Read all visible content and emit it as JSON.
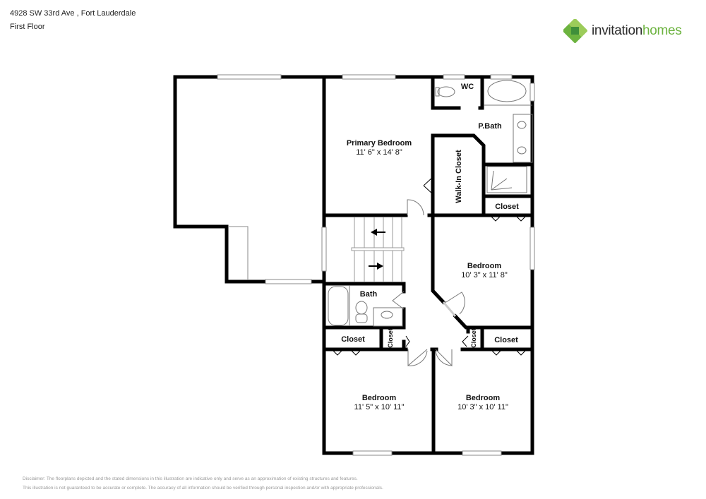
{
  "header": {
    "address": "4928 SW 33rd Ave , Fort Lauderdale",
    "floor": "First Floor"
  },
  "logo": {
    "word1": "invitation",
    "word2": "homes",
    "colors": {
      "dark_green": "#3f8f3a",
      "mid_green": "#6cb33f",
      "light_green": "#9ccc5a",
      "text": "#2b2b2b"
    }
  },
  "rooms": {
    "primary_bedroom": {
      "name": "Primary Bedroom",
      "dims": "11' 6\" x 14' 8\""
    },
    "wc": {
      "name": "WC"
    },
    "p_bath": {
      "name": "P.Bath"
    },
    "walk_in_closet": {
      "name": "Walk-In Closet"
    },
    "closet_primary": {
      "name": "Closet"
    },
    "bedroom_2": {
      "name": "Bedroom",
      "dims": "10' 3\" x 11' 8\""
    },
    "bath": {
      "name": "Bath"
    },
    "closet_bath": {
      "name": "Closet"
    },
    "closet_small_left": {
      "name": "Closet"
    },
    "closet_small_right": {
      "name": "Closet"
    },
    "closet_right": {
      "name": "Closet"
    },
    "bedroom_3": {
      "name": "Bedroom",
      "dims": "11' 5\" x 10' 11\""
    },
    "bedroom_4": {
      "name": "Bedroom",
      "dims": "10' 3\" x 10' 11\""
    }
  },
  "disclaimer": {
    "line1": "Disclaimer: The floorplans depicted and the stated dimensions in this illustration are indicative only and serve as an approximation of existing structures and features.",
    "line2": "This illustration is not guaranteed to be accurate or complete. The accuracy of all information should be verified through personal inspection and/or with appropriate professionals."
  }
}
